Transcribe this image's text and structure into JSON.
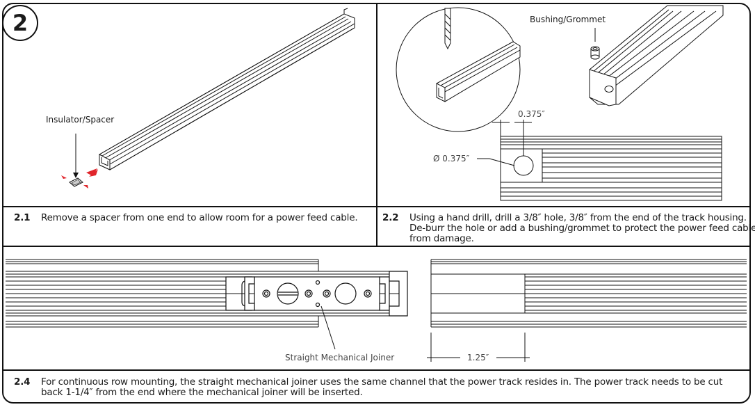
{
  "step": {
    "number": "2"
  },
  "panel_2_1": {
    "label_insulator": "Insulator/Spacer",
    "caption_num": "2.1",
    "caption_text": "Remove a spacer from one end to allow room for a power feed cable."
  },
  "panel_2_2": {
    "label_bushing": "Bushing/Grommet",
    "dim_offset": "0.375″",
    "dim_diameter": "Ø 0.375″",
    "caption_num": "2.2",
    "caption_line1": "Using a hand drill, drill a 3/8″ hole, 3/8″ from the end of the track housing.",
    "caption_line2": "De-burr the hole or add a bushing/grommet to protect the power feed cable",
    "caption_line3": "from damage."
  },
  "panel_2_4": {
    "label_joiner": "Straight Mechanical Joiner",
    "dim_cut": "1.25″",
    "caption_num": "2.4",
    "caption_line1": "For continuous row mounting, the straight mechanical joiner uses the same channel that the power track resides in. The power track needs to be cut",
    "caption_line2": "back 1-1/4″ from the end where the mechanical joiner will be inserted."
  },
  "colors": {
    "line": "#111111",
    "arrow": "#e0252b"
  }
}
